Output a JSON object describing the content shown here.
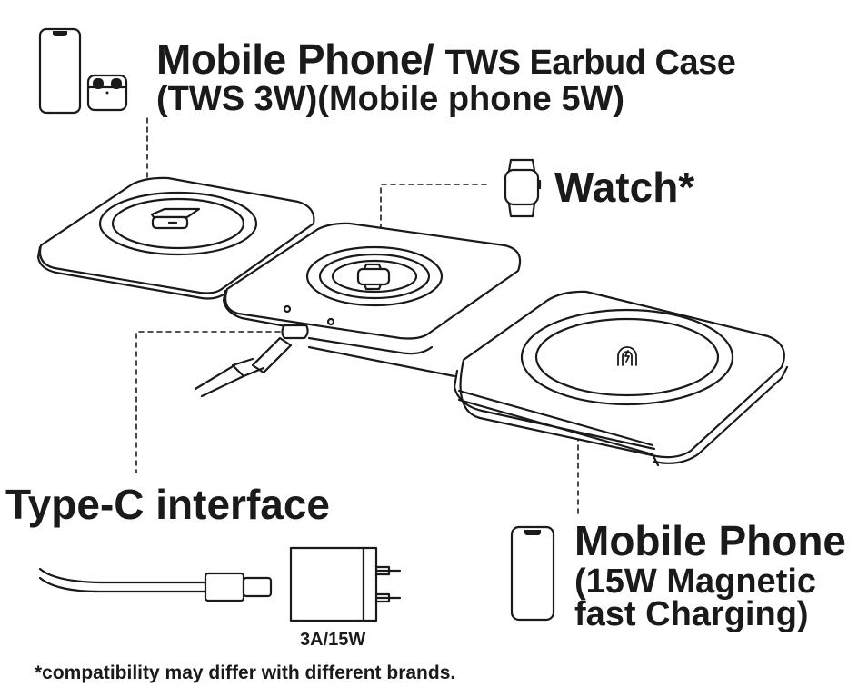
{
  "labels": {
    "top_title_line1_a": "Mobile Phone/",
    "top_title_line1_b": "TWS Earbud Case",
    "top_title_line2": "(TWS 3W)(Mobile phone 5W)",
    "watch": "Watch*",
    "typec": "Type-C interface",
    "phone_title": "Mobile Phone",
    "phone_sub1": "(15W Magnetic",
    "phone_sub2": "fast Charging)",
    "adapter_rating": "3A/15W",
    "footnote": "*compatibility may differ with different brands."
  },
  "colors": {
    "stroke": "#1a1a1a",
    "background": "#ffffff"
  },
  "icons": [
    "phone-icon",
    "earbud-case-icon",
    "watch-icon",
    "magnetic-charging-icon",
    "usb-c-cable-icon",
    "power-adapter-icon"
  ]
}
